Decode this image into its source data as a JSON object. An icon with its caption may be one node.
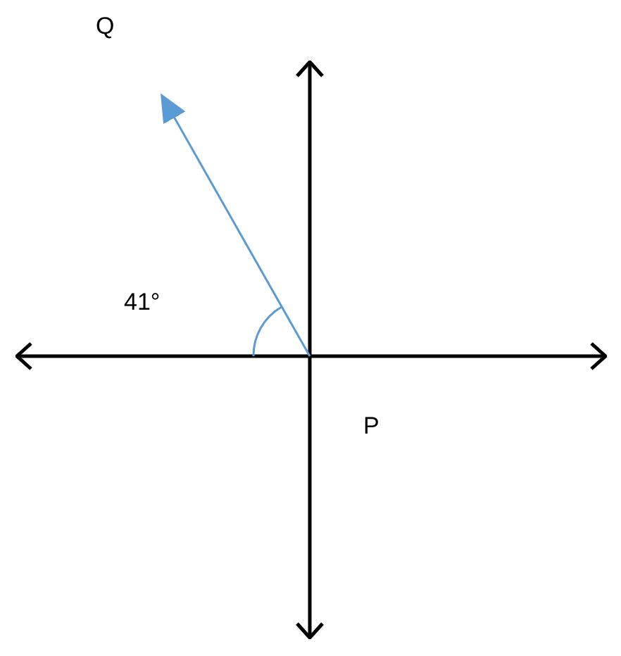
{
  "diagram": {
    "labels": [
      "Q",
      "41°",
      "P"
    ]
  }
}
